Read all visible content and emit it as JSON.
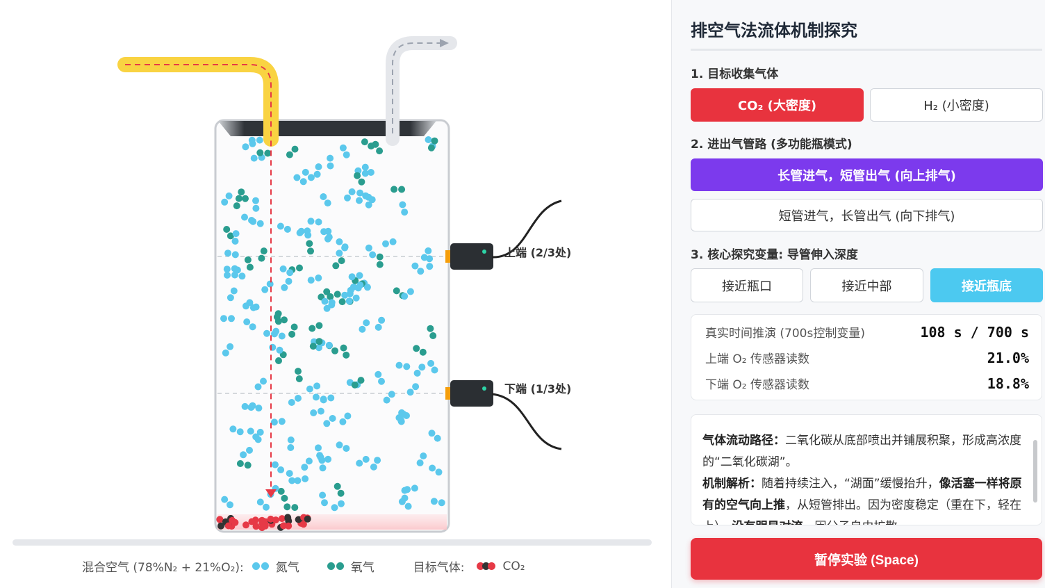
{
  "stage": {
    "sensor_top_label": "上端 (2/3处)",
    "sensor_bottom_label": "下端 (1/3处)",
    "legend": {
      "air_label": "混合空气 (78%N₂ + 21%O₂):",
      "nitrogen_label": "氮气",
      "oxygen_label": "氧气",
      "target_label": "目标气体:",
      "co2_label": "CO₂"
    },
    "colors": {
      "nitrogen": "#5bc8ec",
      "oxygen": "#2a9d8f",
      "co2_red": "#e63946",
      "co2_dark": "#333333",
      "inlet_tube": "#f9d342",
      "outlet_tube": "#e5e7eb"
    }
  },
  "panel": {
    "title": "排空气法流体机制探究",
    "section1_label": "1. 目标收集气体",
    "gas_options": [
      "CO₂ (大密度)",
      "H₂ (小密度)"
    ],
    "gas_selected": "CO₂ (大密度)",
    "section2_label": "2. 进出气管路 (多功能瓶模式)",
    "pipe_options": [
      "长管进气，短管出气 (向上排气)",
      "短管进气，长管出气 (向下排气)"
    ],
    "pipe_selected": "长管进气，短管出气 (向上排气)",
    "section3_label": "3. 核心探究变量: 导管伸入深度",
    "depth_options": [
      "接近瓶口",
      "接近中部",
      "接近瓶底"
    ],
    "depth_selected": "接近瓶底",
    "readouts": {
      "time_label": "真实时间推演 (700s控制变量)",
      "time_value": "108 s / 700 s",
      "top_label": "上端 O₂ 传感器读数",
      "top_value": "21.0%",
      "bottom_label": "下端 O₂ 传感器读数",
      "bottom_value": "18.8%"
    },
    "explain": {
      "path_title": "气体流动路径：",
      "path_text": "二氧化碳从底部喷出并铺展积聚，形成高浓度的“二氧化碳湖”。",
      "mech_title": "机制解析：",
      "mech_text_1": "随着持续注入，“湖面”缓慢抬升，",
      "mech_bold": "像活塞一样将原有的空气向上推",
      "mech_text_2": "，从短管排出。因为密度稳定（重在下，轻在上），",
      "mech_bold_2": "没有明显对流",
      "mech_text_3": "，因分子自由扩散"
    },
    "pause_label": "暂停实验 (Space)"
  }
}
